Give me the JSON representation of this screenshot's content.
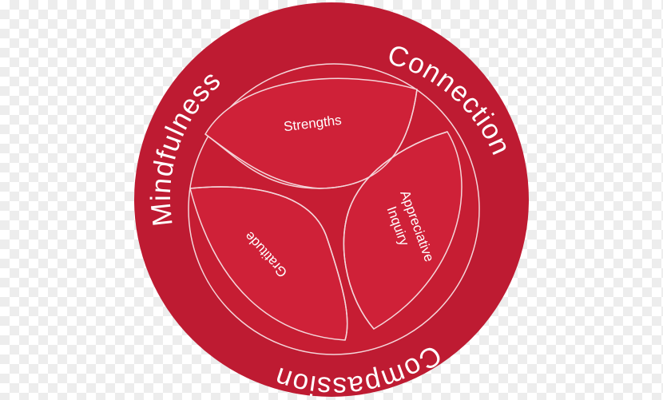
{
  "outer_ring": {
    "labels": [
      "Mindfulness",
      "Connection",
      "Compassion"
    ]
  },
  "inner_segments": [
    "Strengths",
    "Appreciative",
    "Inquiry",
    "Gratitude"
  ],
  "colors": {
    "outer_ring": "#be1b32",
    "inner_disc": "#c61d33",
    "petal": "#cf2138",
    "lines": "#f4d6da",
    "text": "#ffffff"
  }
}
